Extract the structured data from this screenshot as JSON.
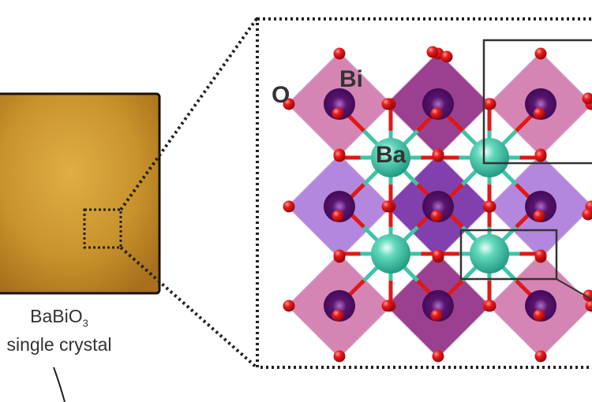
{
  "sample": {
    "formula_main": "BaBiO",
    "formula_sub": "3",
    "description": "single crystal"
  },
  "atom_labels": {
    "oxygen": "O",
    "bismuth": "Bi",
    "barium": "Ba"
  },
  "colors": {
    "crystal_gold": "#c9962e",
    "octahedron_pink": "#c75c9a",
    "octahedron_purple": "#9b5fd3",
    "octahedron_dark_magenta": "#8a1f7c",
    "octahedron_dark_purple": "#6b1fa0",
    "bismuth": "#4a0f5e",
    "barium": "#3ec4a6",
    "oxygen": "#e01818"
  }
}
